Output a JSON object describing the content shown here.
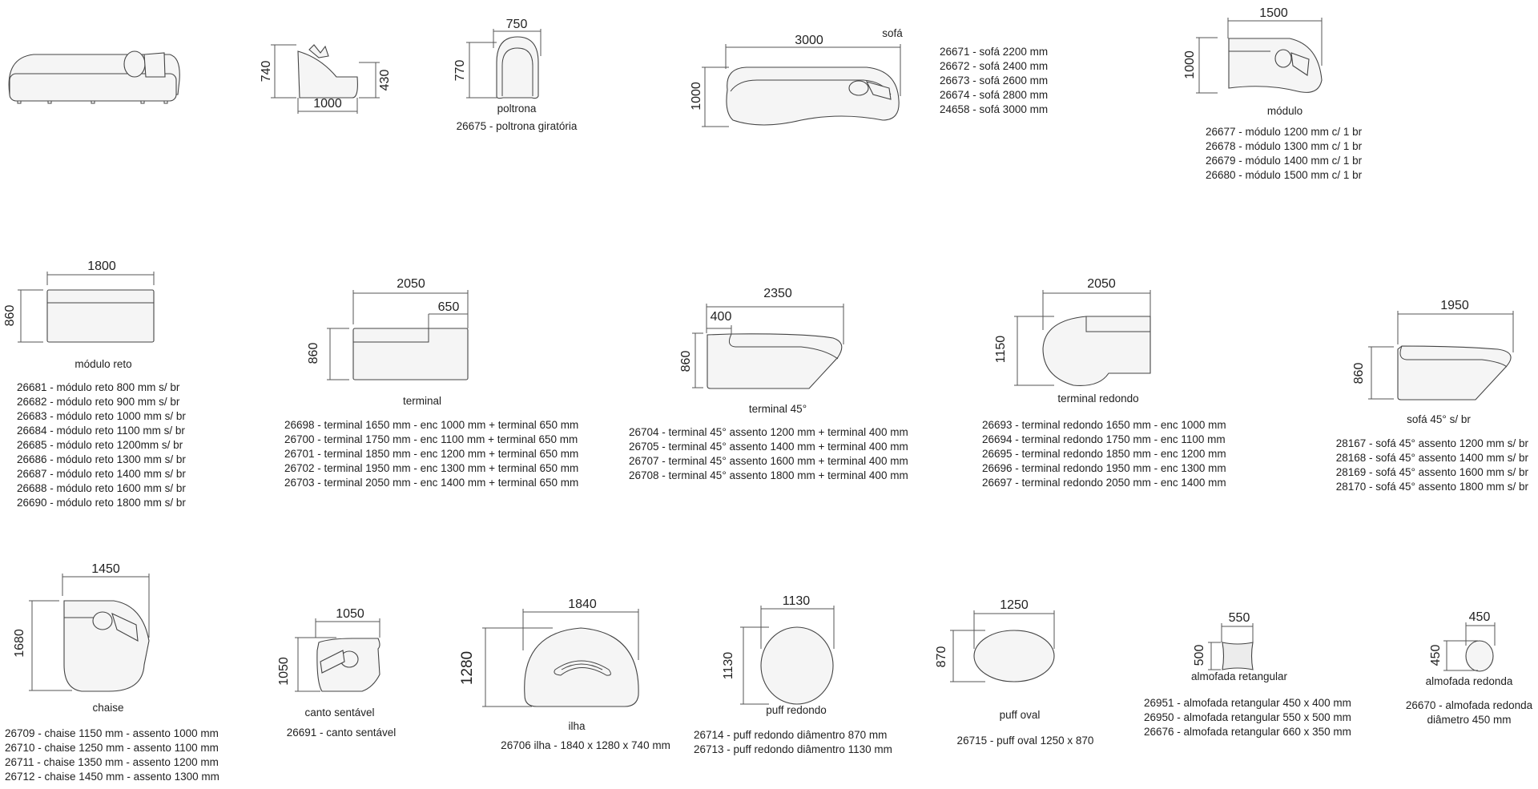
{
  "sofa_side_view": {
    "dims": {}
  },
  "armchair_side_view": {
    "dim_height": "740",
    "dim_seat": "430",
    "dim_depth": "1000"
  },
  "poltrona": {
    "dim_w": "750",
    "dim_h": "770",
    "title": "poltrona",
    "codes": [
      "26675 - poltrona giratória"
    ]
  },
  "sofa": {
    "dim_w": "3000",
    "dim_h": "1000",
    "title": "sofá",
    "codes": [
      "26671 - sofá 2200 mm",
      "26672 - sofá 2400 mm",
      "26673 - sofá 2600 mm",
      "26674 - sofá 2800 mm",
      "24658 - sofá 3000 mm"
    ]
  },
  "modulo": {
    "dim_w": "1500",
    "dim_h": "1000",
    "title": "módulo",
    "codes": [
      "26677 - módulo 1200 mm c/ 1 br",
      "26678 - módulo 1300 mm c/ 1 br",
      "26679 - módulo 1400 mm c/ 1 br",
      "26680 - módulo 1500 mm c/ 1 br"
    ]
  },
  "modulo_reto": {
    "dim_w": "1800",
    "dim_h": "860",
    "title": "módulo reto",
    "codes": [
      "26681 - módulo reto 800 mm s/ br",
      "26682 - módulo reto 900 mm s/ br",
      "26683 - módulo reto 1000 mm s/ br",
      "26684 - módulo reto 1100 mm s/ br",
      "26685 - módulo reto 1200mm s/ br",
      "26686 - módulo reto 1300 mm s/ br",
      "26687 - módulo reto 1400 mm s/ br",
      "26688 - módulo reto 1600 mm s/ br",
      "26690 - módulo reto 1800 mm s/ br"
    ]
  },
  "terminal": {
    "dim_w": "2050",
    "dim_arm": "650",
    "dim_h": "860",
    "title": "terminal",
    "codes": [
      "26698 - terminal 1650 mm - enc 1000 mm + terminal 650 mm",
      "26700 - terminal 1750 mm - enc 1100 mm + terminal 650 mm",
      "26701 - terminal 1850 mm - enc 1200 mm + terminal 650 mm",
      "26702 - terminal 1950 mm - enc 1300 mm + terminal 650 mm",
      "26703 - terminal 2050 mm - enc 1400 mm + terminal 650 mm"
    ]
  },
  "terminal_45": {
    "dim_w": "2350",
    "dim_arm": "400",
    "dim_h": "860",
    "title": "terminal 45°",
    "codes": [
      "26704 - terminal 45° assento 1200 mm + terminal 400 mm",
      "26705 - terminal 45° assento 1400 mm + terminal 400 mm",
      "26707 - terminal 45° assento 1600 mm + terminal 400 mm",
      "26708 - terminal 45° assento 1800 mm + terminal 400 mm"
    ]
  },
  "terminal_redondo": {
    "dim_w": "2050",
    "dim_h": "1150",
    "title": "terminal redondo",
    "codes": [
      "26693 - terminal redondo 1650 mm - enc 1000 mm",
      "26694 - terminal redondo 1750 mm - enc 1100 mm",
      "26695 - terminal redondo 1850 mm - enc 1200 mm",
      "26696 - terminal redondo 1950 mm - enc 1300 mm",
      "26697 - terminal redondo 2050 mm - enc 1400 mm"
    ]
  },
  "sofa_45": {
    "dim_w": "1950",
    "dim_h": "860",
    "title": "sofá 45° s/ br",
    "codes": [
      "28167 - sofá 45° assento 1200 mm s/ br",
      "28168 - sofá 45° assento 1400 mm s/ br",
      "28169 - sofá 45° assento 1600 mm s/ br",
      "28170 - sofá  45° assento 1800 mm s/ br"
    ]
  },
  "chaise": {
    "dim_w": "1450",
    "dim_h": "1680",
    "title": "chaise",
    "codes": [
      "26709 - chaise 1150 mm - assento 1000 mm",
      "26710 - chaise 1250 mm - assento 1100 mm",
      "26711 - chaise 1350 mm - assento 1200 mm",
      "26712 - chaise 1450 mm - assento 1300 mm"
    ]
  },
  "canto": {
    "dim_w": "1050",
    "dim_h": "1050",
    "title": "canto sentável",
    "codes": [
      "26691 - canto sentável"
    ]
  },
  "ilha": {
    "dim_w": "1840",
    "dim_h": "1280",
    "title": "ilha",
    "codes": [
      "26706 ilha - 1840 x 1280 x 740 mm"
    ]
  },
  "puff_redondo": {
    "dim_w": "1130",
    "dim_h": "1130",
    "title": "puff redondo",
    "codes": [
      "26714 - puff redondo diâmentro 870 mm",
      "26713 - puff redondo diâmentro 1130 mm"
    ]
  },
  "puff_oval": {
    "dim_w": "1250",
    "dim_h": "870",
    "title": "puff oval",
    "codes": [
      "26715 - puff oval 1250 x 870"
    ]
  },
  "almofada_retangular": {
    "dim_w": "550",
    "dim_h": "500",
    "title": "almofada retangular",
    "codes": [
      "26951 - almofada retangular 450 x 400 mm",
      "26950 - almofada retangular 550 x 500 mm",
      "26676 - almofada retangular 660 x 350 mm"
    ]
  },
  "almofada_redonda": {
    "dim_w": "450",
    "dim_h": "450",
    "title": "almofada redonda",
    "codes": [
      "26670 - almofada redonda",
      "diâmetro 450 mm"
    ]
  }
}
